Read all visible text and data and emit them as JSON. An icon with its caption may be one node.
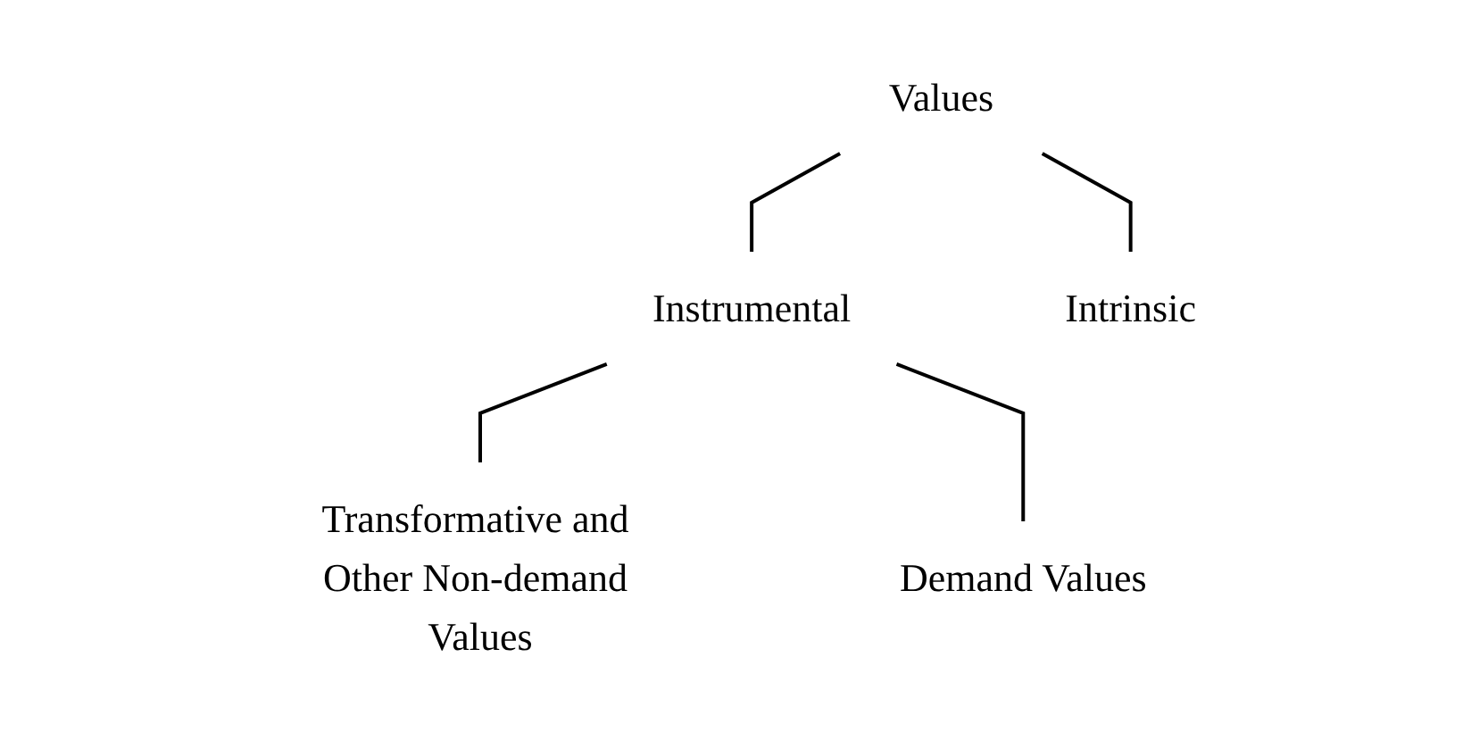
{
  "diagram": {
    "nodes": [
      {
        "text": [
          "Values"
        ]
      },
      {
        "text": [
          "Instrumental"
        ]
      },
      {
        "text": [
          "Intrinsic"
        ]
      },
      {
        "text": [
          "Transformative and Other Non-demand Values"
        ]
      },
      {
        "text": [
          "Demand Values"
        ]
      }
    ],
    "edges": [
      {
        "from": 0,
        "to": 1,
        "arrow": "none"
      },
      {
        "from": 0,
        "to": 2,
        "arrow": "none"
      },
      {
        "from": 1,
        "to": 3,
        "arrow": "none"
      },
      {
        "from": 1,
        "to": 4,
        "arrow": "none"
      }
    ]
  }
}
